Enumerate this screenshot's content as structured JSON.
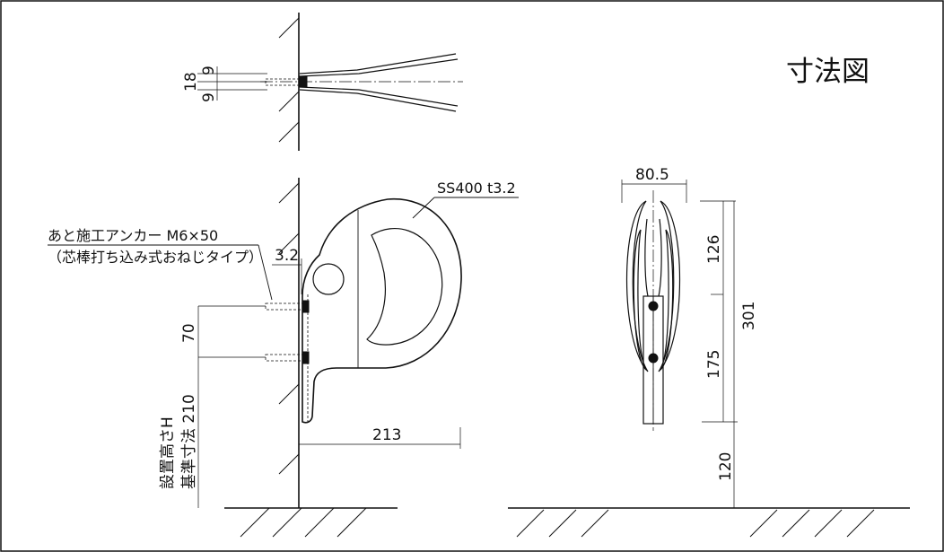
{
  "title": "寸法図",
  "material": "SS400 t3.2",
  "anchor_note": {
    "line1": "あと施工アンカー M6×50",
    "line2": "（芯棒打ち込み式おねじタイプ）"
  },
  "install_height_note": {
    "line1": "設置高さH",
    "line2": "基準寸法 210"
  },
  "dimensions": {
    "top_total": "18",
    "top_upper": "9",
    "top_lower": "9",
    "thickness": "3.2",
    "bolt_pitch": "70",
    "depth": "213",
    "front_width": "80.5",
    "front_upper": "126",
    "front_middle": "175",
    "front_base": "120",
    "front_total": "301"
  }
}
